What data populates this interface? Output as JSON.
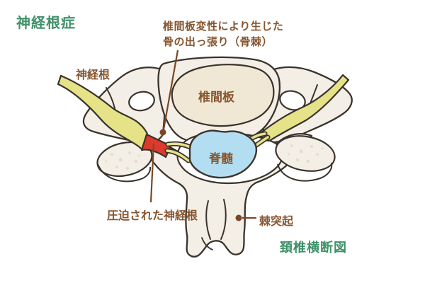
{
  "title": "神経根症",
  "caption": "頚椎横断図",
  "annotations": {
    "osteophyte_line1": "椎間板変性により生じた",
    "osteophyte_line2": "骨の出っ張り（骨棘）",
    "nerve_root": "神経根",
    "disc": "椎間板",
    "spinal_cord": "脊髄",
    "compressed_nerve_root": "圧迫された神経根",
    "spinous_process": "棘突起"
  },
  "colors": {
    "background": "#ffffff",
    "title-green": "#3f9169",
    "label-brown": "#86552f",
    "line-brown": "#7a4726",
    "outline": "#3a332c",
    "bone": "#f3efe6",
    "disc-fill": "#f0e8d5",
    "canal-white": "#ffffff",
    "cord-blue": "#b3def2",
    "nerve-yellow": "#e6e287",
    "compression-red": "#dd392d",
    "speckle": "#e4ddc9"
  }
}
